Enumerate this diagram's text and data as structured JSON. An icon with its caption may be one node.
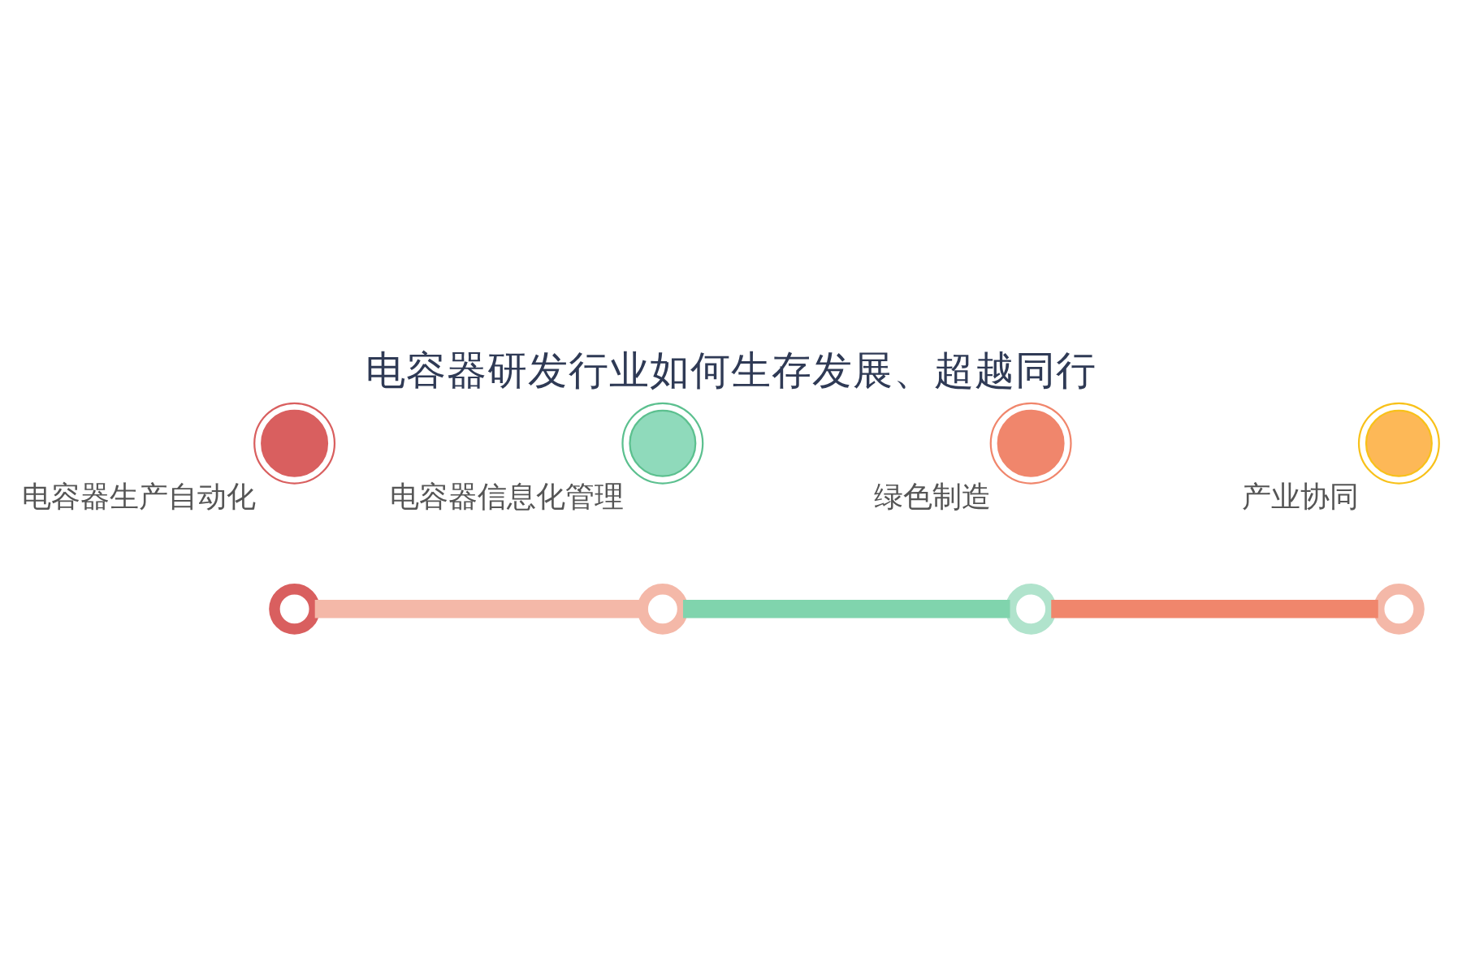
{
  "diagram": {
    "title": "电容器研发行业如何生存发展、超越同行",
    "nodes": [
      {
        "text": [],
        "shape": "circle"
      },
      {
        "text": [],
        "shape": "circle"
      },
      {
        "text": [],
        "shape": "circle"
      },
      {
        "text": [],
        "shape": "circle"
      },
      {
        "text": [
          "电容器生产自动化"
        ]
      },
      {
        "text": [
          "电容器信息化管理"
        ]
      },
      {
        "text": [
          "绿色制造"
        ]
      },
      {
        "text": [
          "产业协同"
        ]
      }
    ],
    "edges": [
      {
        "from": 0,
        "to": 1,
        "arrow": "none",
        "color": "#f4b8a8"
      },
      {
        "from": 1,
        "to": 2,
        "arrow": "none",
        "color": "#80d4ad"
      },
      {
        "from": 2,
        "to": 3,
        "arrow": "none",
        "color": "#f0866c"
      }
    ]
  }
}
